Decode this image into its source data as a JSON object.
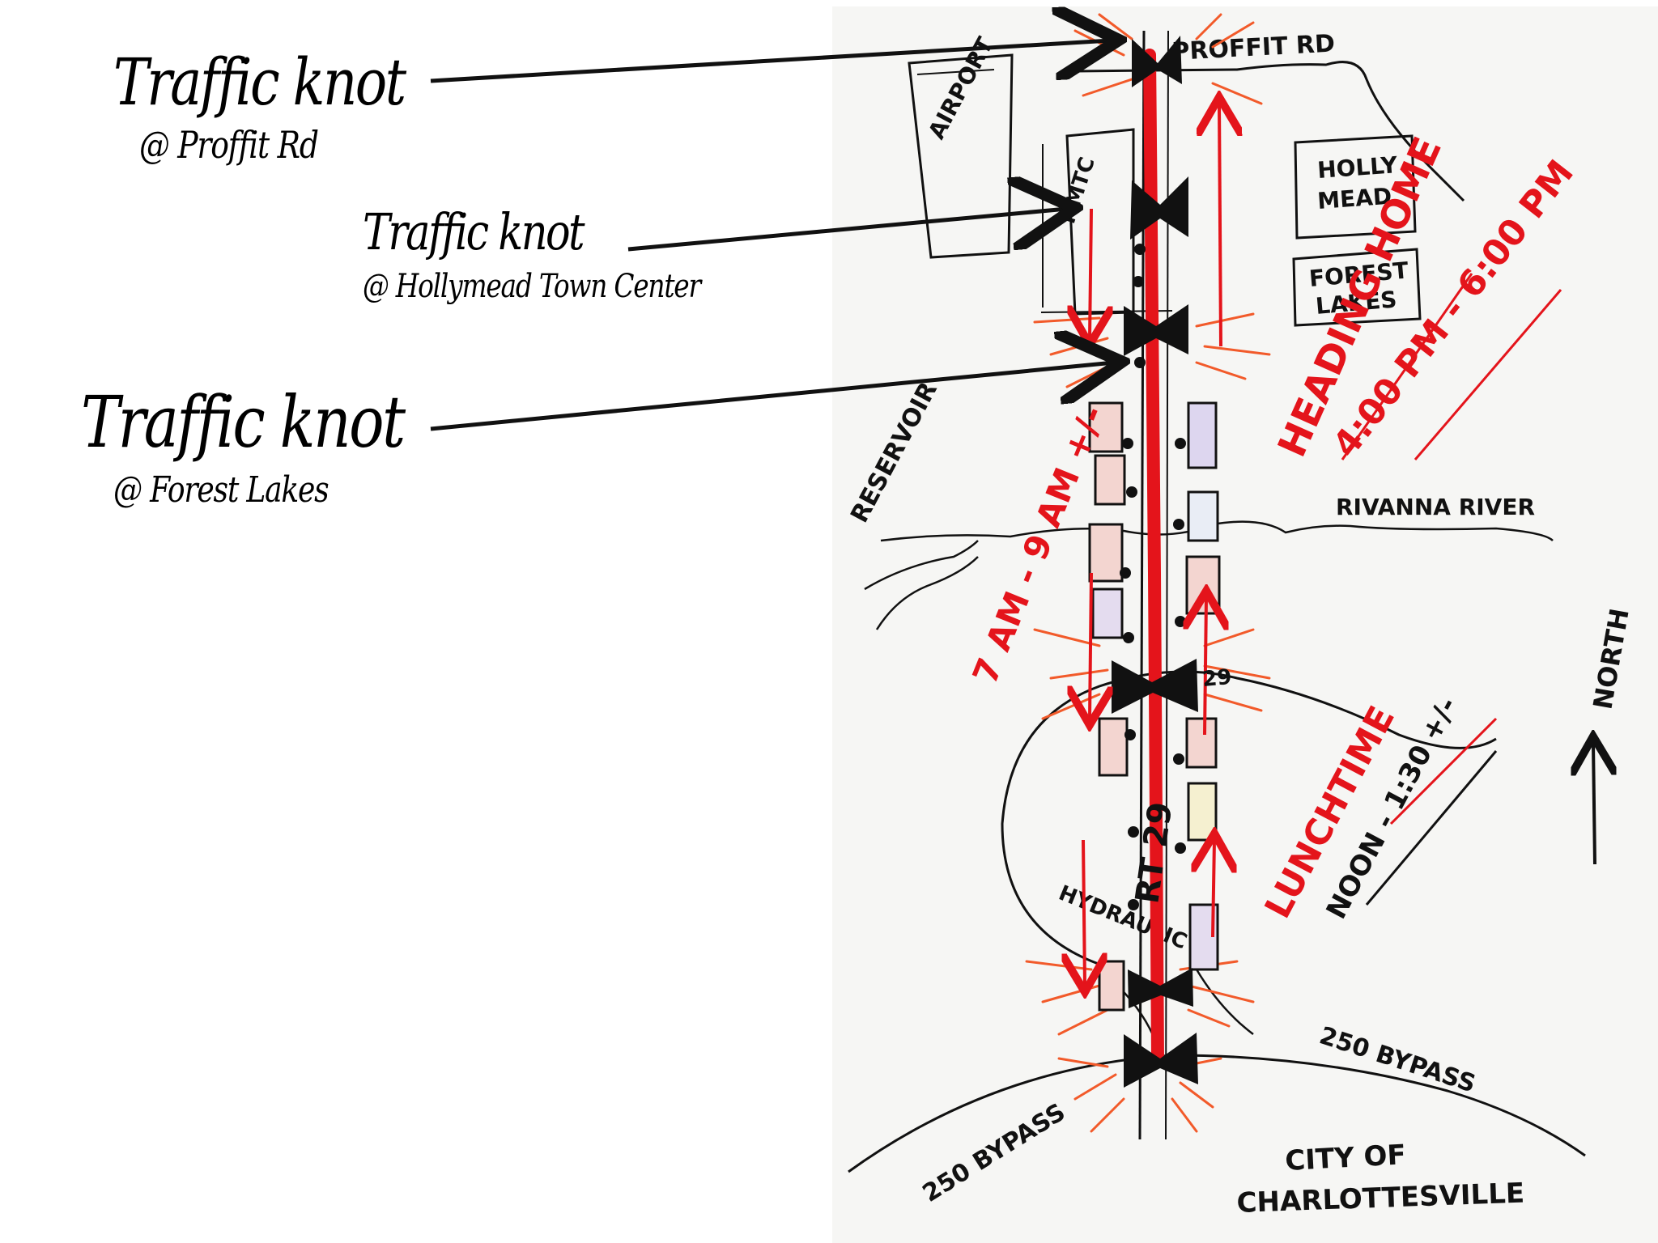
{
  "callouts": [
    {
      "title": "Traffic knot",
      "subtitle": "@ Proffit Rd"
    },
    {
      "title": "Traffic knot",
      "subtitle": "@ Hollymead Town Center"
    },
    {
      "title": "Traffic knot",
      "subtitle": "@ Forest Lakes"
    }
  ],
  "sketch": {
    "labels": {
      "proffit_rd": "PROFFIT RD",
      "airport": "AIRPORT",
      "hmtc": "HMTC",
      "hollymead_1": "HOLLY",
      "hollymead_2": "MEAD",
      "forest_1": "FOREST",
      "forest_2": "LAKES",
      "reservoir": "RESERVOIR",
      "rivanna": "RIVANNA RIVER",
      "north": "NORTH",
      "hydraulic": "HYDRAULIC",
      "bypass_left": "250 BYPASS",
      "bypass_right": "250 BYPASS",
      "rt29": "RT 29",
      "rt29_short": "29",
      "city_1": "CITY OF",
      "city_2": "CHARLOTTESVILLE"
    },
    "red_labels": {
      "morning": "7 AM - 9 AM +/-",
      "heading_home": "HEADING HOME",
      "evening": "4:00 PM - 6:00 PM",
      "lunchtime": "LUNCHTIME",
      "noon": "NOON - 1:30 +/-"
    },
    "colors": {
      "ink": "#111111",
      "red": "#e4141b",
      "orange": "#f25a2a",
      "paper": "#f6f6f4"
    }
  }
}
